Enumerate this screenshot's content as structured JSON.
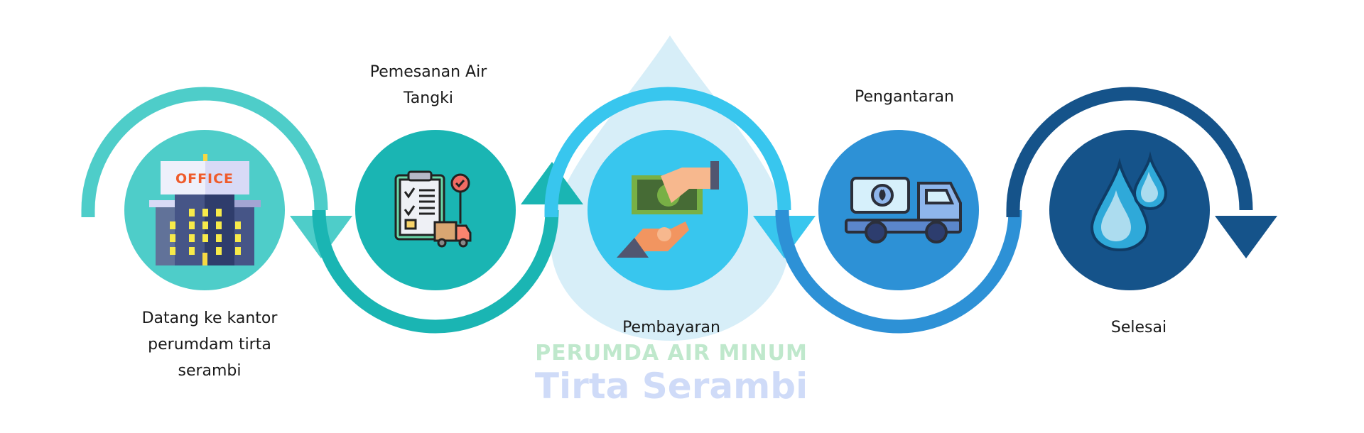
{
  "steps": [
    {
      "label_lines": [
        "Datang ke kantor",
        "perumdam tirta",
        "serambi"
      ],
      "icon": "office-building-icon",
      "color": "#4ECDC9"
    },
    {
      "label_lines": [
        "Pemesanan Air",
        "Tangki"
      ],
      "icon": "order-clipboard-icon",
      "color": "#1AB5B3"
    },
    {
      "label_lines": [
        "Pembayaran"
      ],
      "icon": "payment-money-hand-icon",
      "color": "#38C6EE"
    },
    {
      "label_lines": [
        "Pengantaran"
      ],
      "icon": "water-tank-truck-icon",
      "color": "#2D91D6"
    },
    {
      "label_lines": [
        "Selesai"
      ],
      "icon": "water-drops-icon",
      "color": "#15538A"
    }
  ],
  "office_sign": "OFFICE",
  "watermark": {
    "line1": "PERUMDA AIR MINUM",
    "line2": "Tirta Serambi"
  }
}
